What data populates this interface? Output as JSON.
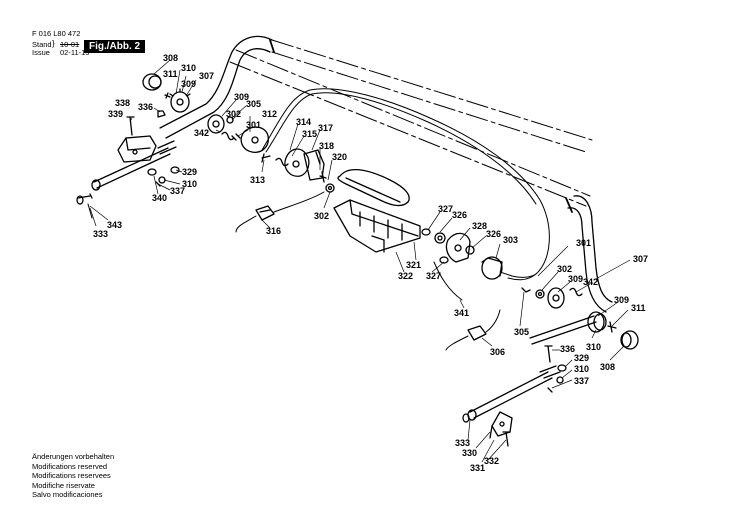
{
  "header": {
    "doc_number": "F 016 L80 472",
    "stand_label": "Stand",
    "stand_value": "10-01",
    "issue_label": "Issue",
    "issue_value": "02-11-15",
    "figure_label": "Fig./Abb. 2"
  },
  "notes": [
    "Änderungen vorbehalten",
    "Modifications reserved",
    "Modifications reservees",
    "Modifiche riservate",
    "Salvo modificaciones"
  ],
  "part_labels": [
    "308",
    "311",
    "310",
    "309",
    "307",
    "338",
    "339",
    "336",
    "309",
    "305",
    "302",
    "342",
    "312",
    "301",
    "314",
    "315",
    "317",
    "318",
    "320",
    "313",
    "316",
    "302",
    "329",
    "310",
    "340",
    "337",
    "343",
    "333",
    "327",
    "326",
    "328",
    "326",
    "303",
    "301",
    "307",
    "321",
    "322",
    "327",
    "302",
    "309",
    "342",
    "341",
    "305",
    "309",
    "311",
    "310",
    "308",
    "306",
    "336",
    "329",
    "310",
    "337",
    "333",
    "330",
    "332",
    "331"
  ]
}
